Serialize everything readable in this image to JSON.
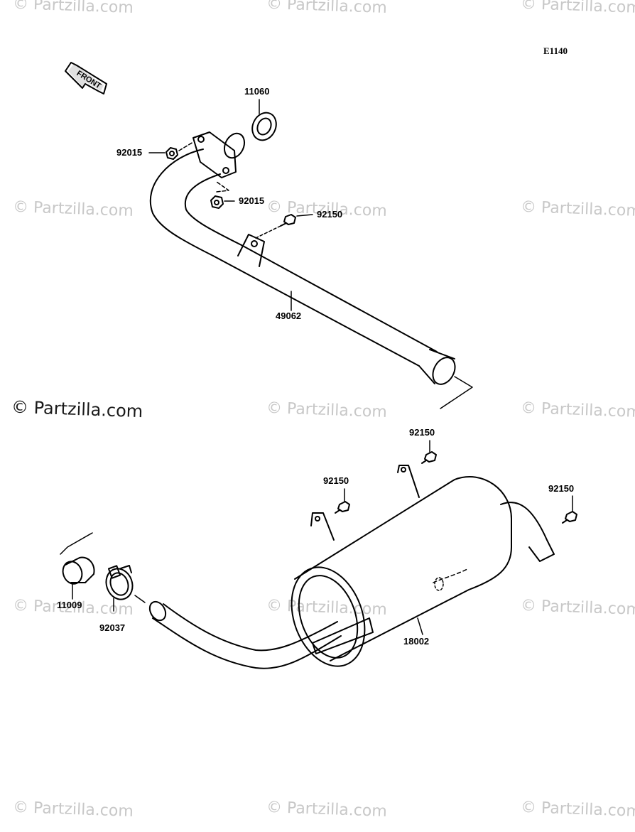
{
  "diagram": {
    "code": "E1140",
    "front_label": "FRONT",
    "watermark": "© Partzilla.com",
    "parts": {
      "p11060": "11060",
      "p92015a": "92015",
      "p92015b": "92015",
      "p92150a": "92150",
      "p49062": "49062",
      "p92150b": "92150",
      "p92150c": "92150",
      "p92150d": "92150",
      "p11009": "11009",
      "p92037": "92037",
      "p18002": "18002"
    }
  }
}
